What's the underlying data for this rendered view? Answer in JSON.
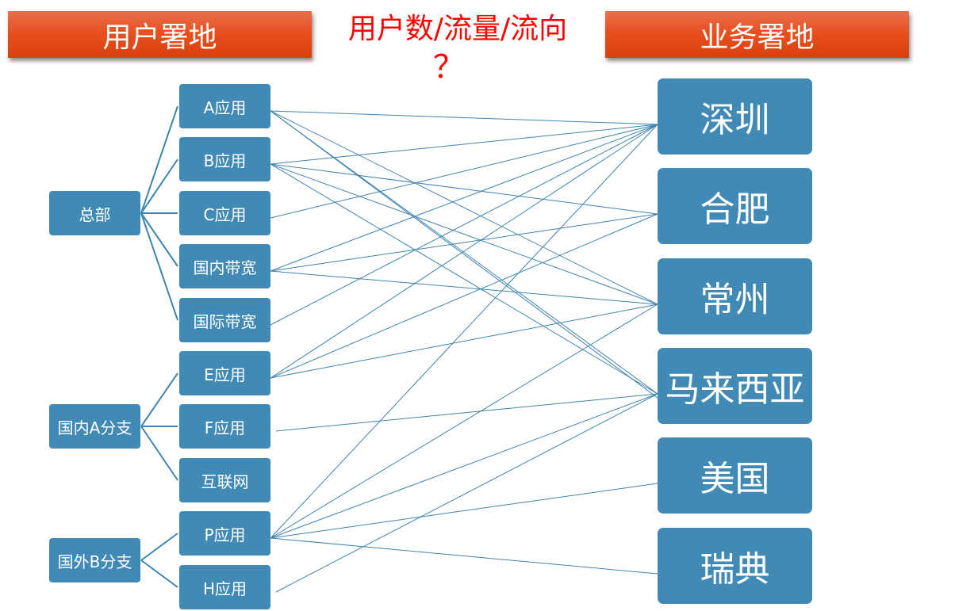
{
  "headers": {
    "left": "用户署地",
    "right": "业务署地"
  },
  "title": "用户数/流量/流向",
  "question": "？",
  "left_nodes": [
    {
      "label": "总部"
    },
    {
      "label": "国内A分支"
    },
    {
      "label": "国外B分支"
    }
  ],
  "mid_nodes": [
    {
      "label": "A应用"
    },
    {
      "label": "B应用"
    },
    {
      "label": "C应用"
    },
    {
      "label": "国内带宽"
    },
    {
      "label": "国际带宽"
    },
    {
      "label": "E应用"
    },
    {
      "label": "F应用"
    },
    {
      "label": "互联网"
    },
    {
      "label": "P应用"
    },
    {
      "label": "H应用"
    }
  ],
  "right_nodes": [
    {
      "label": "深圳"
    },
    {
      "label": "合肥"
    },
    {
      "label": "常州"
    },
    {
      "label": "马来西亚"
    },
    {
      "label": "美国"
    },
    {
      "label": "瑞典"
    }
  ],
  "tree": [
    [
      0,
      [
        0,
        1,
        2,
        3,
        4
      ]
    ],
    [
      1,
      [
        5,
        6,
        7
      ]
    ],
    [
      2,
      [
        8,
        9
      ]
    ]
  ],
  "edges": [
    [
      0,
      0
    ],
    [
      0,
      2
    ],
    [
      0,
      3
    ],
    [
      0,
      3
    ],
    [
      1,
      0
    ],
    [
      1,
      1
    ],
    [
      1,
      2
    ],
    [
      1,
      3
    ],
    [
      2,
      0
    ],
    [
      3,
      0
    ],
    [
      3,
      1
    ],
    [
      3,
      2
    ],
    [
      4,
      0
    ],
    [
      5,
      0
    ],
    [
      5,
      1
    ],
    [
      5,
      2
    ],
    [
      6,
      3
    ],
    [
      8,
      0
    ],
    [
      8,
      2
    ],
    [
      8,
      3
    ],
    [
      8,
      4
    ],
    [
      8,
      5
    ],
    [
      9,
      3
    ]
  ],
  "colors": {
    "node": "#428ab6",
    "line": "#3f84b0",
    "title": "#ff0000"
  }
}
